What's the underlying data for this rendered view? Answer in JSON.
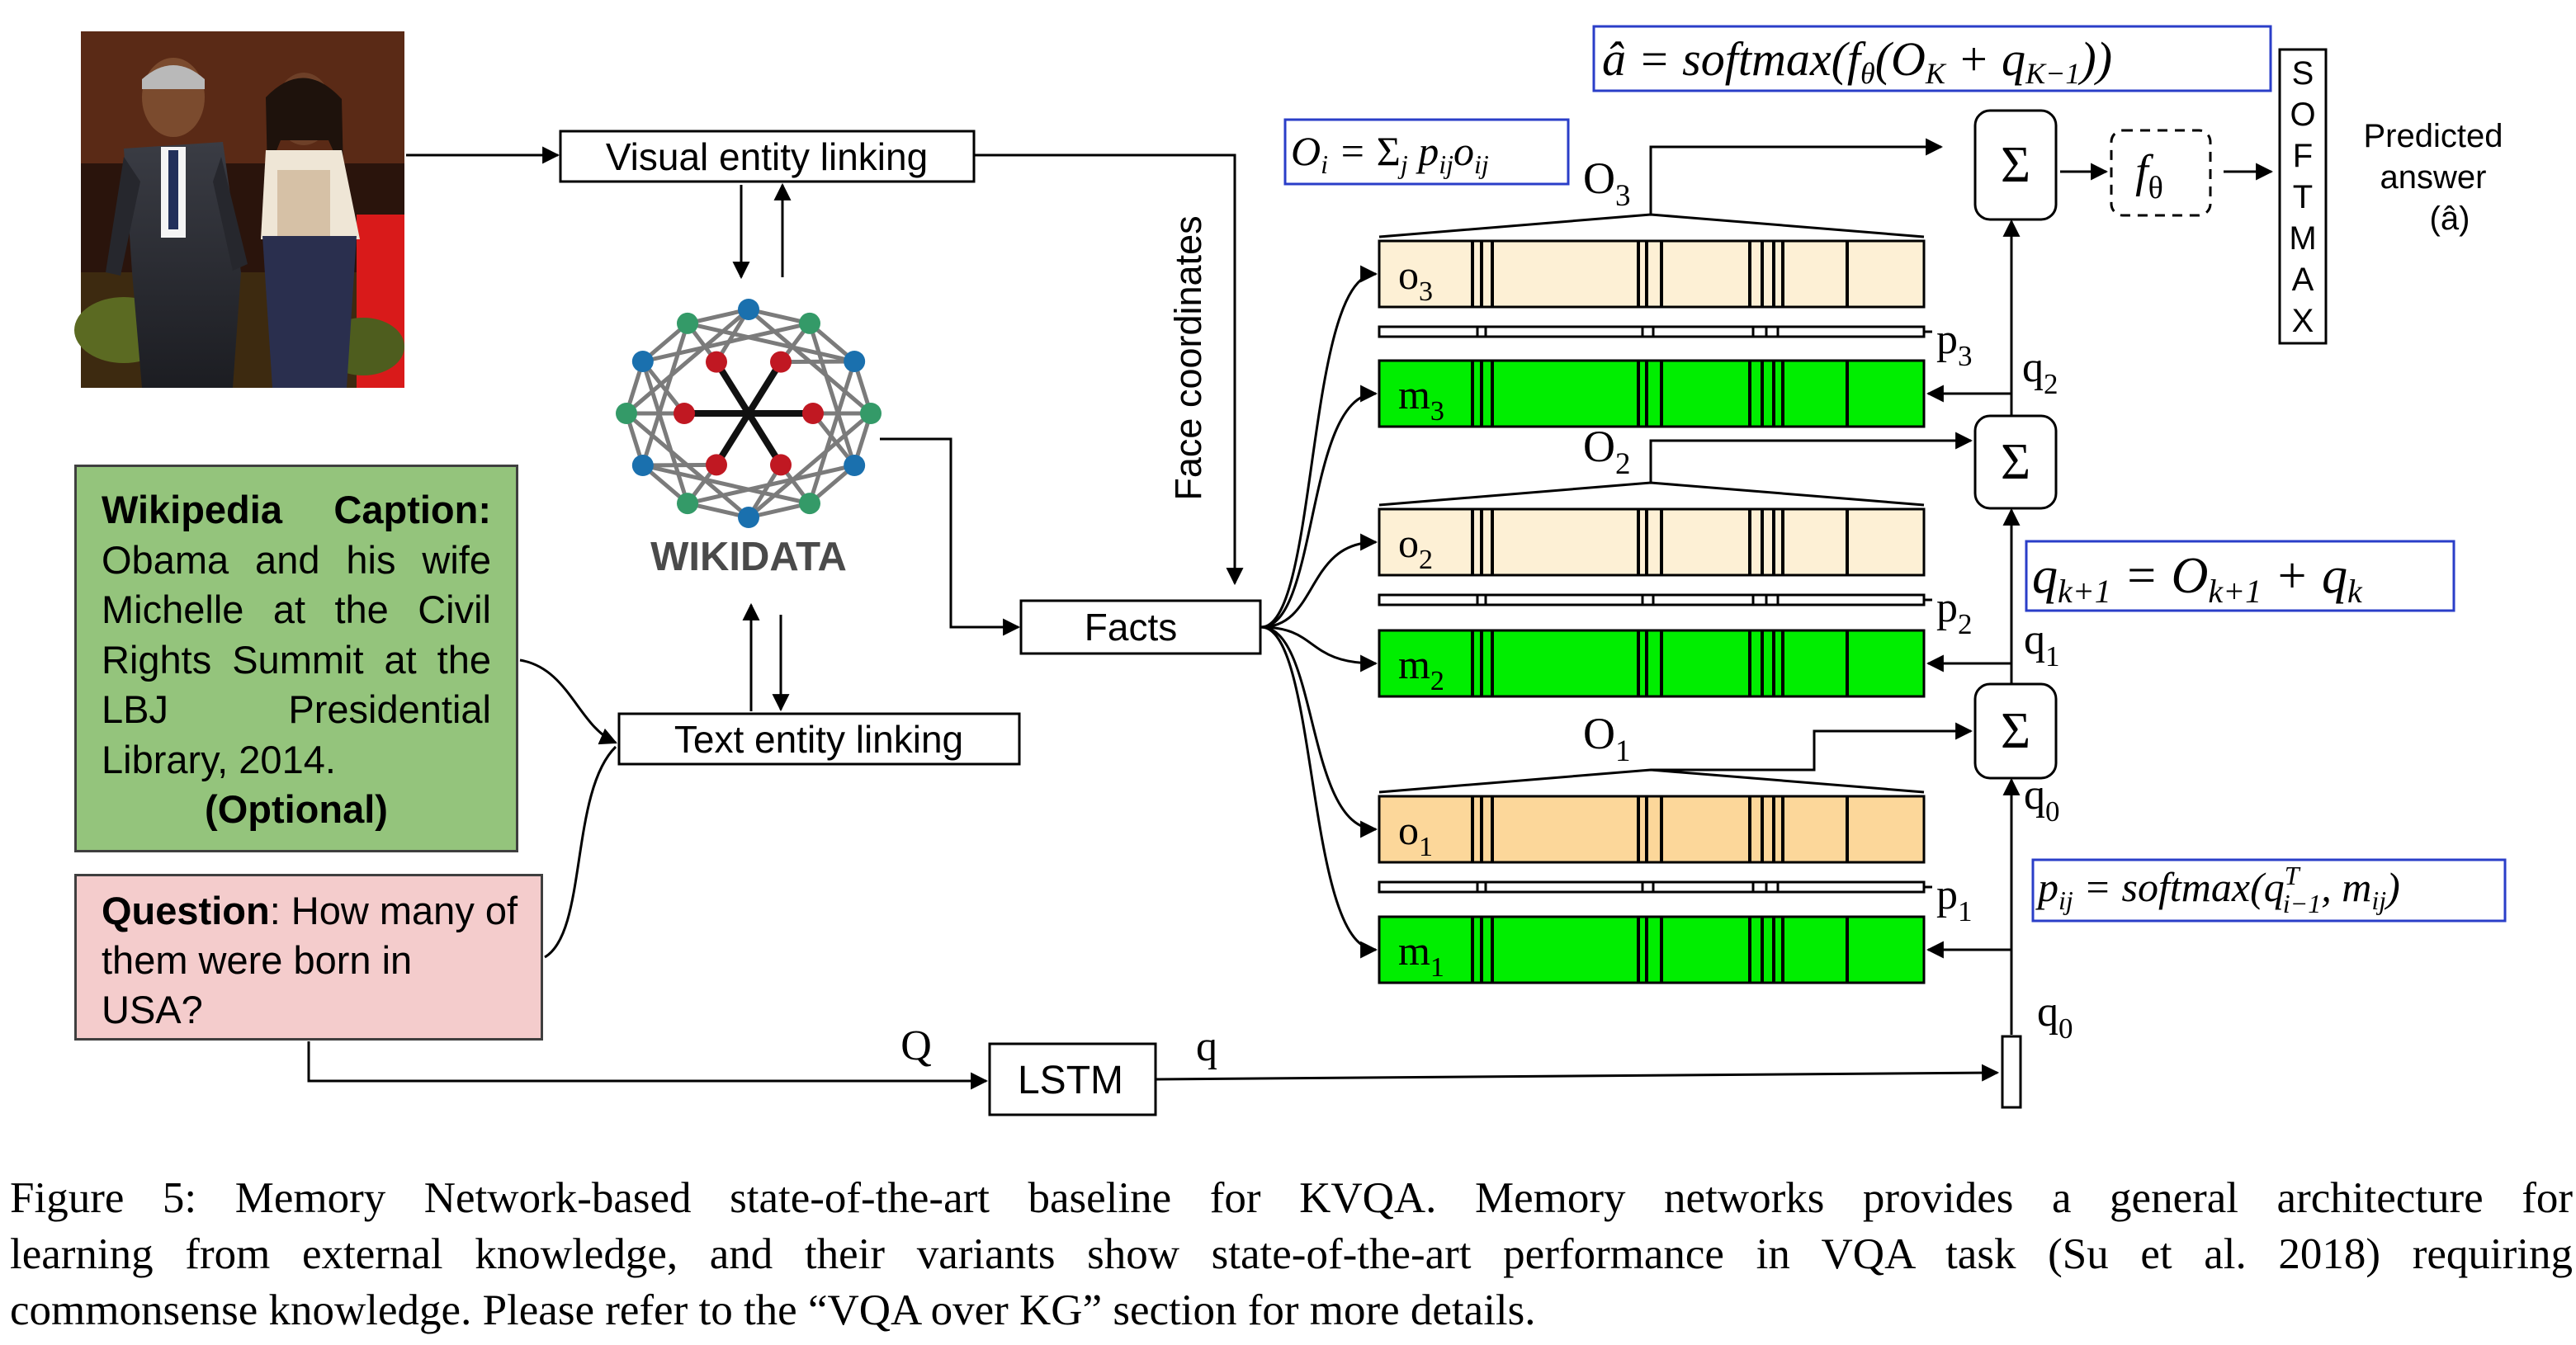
{
  "colors": {
    "wiki_caption_bg": "#94c47c",
    "question_bg": "#f4cccc",
    "memory_light": "#fdf0d5",
    "memory_key": "#00ee00",
    "memory_value_o1": "#fcd79a",
    "formula_border": "#2a3ec8",
    "wikidata_red": "#c01822",
    "wikidata_blue": "#1a70ae",
    "wikidata_green": "#349a68"
  },
  "photo": {
    "icon": "couple-photo-icon"
  },
  "visual_entity_linking": "Visual entity linking",
  "text_entity_linking": "Text entity linking",
  "wikidata": {
    "label": "WIKIDATA",
    "icon": "wikidata-logo-icon"
  },
  "face_coordinates": "Face coordinates",
  "facts": "Facts",
  "wiki_caption": {
    "heading": "Wikipedia Caption:",
    "body": "Obama and his wife Michelle at the Civil Rights Summit at the LBJ Presidential Library, 2014.",
    "optional": "(Optional)"
  },
  "question": {
    "heading": "Question",
    "body": ": How many of them were born in USA?"
  },
  "lstm": {
    "label": "LSTM",
    "input_label": "Q",
    "output_label": "q"
  },
  "memory": {
    "o": [
      {
        "base": "o",
        "sub": "3"
      },
      {
        "base": "o",
        "sub": "2"
      },
      {
        "base": "o",
        "sub": "1"
      }
    ],
    "m": [
      {
        "base": "m",
        "sub": "3"
      },
      {
        "base": "m",
        "sub": "2"
      },
      {
        "base": "m",
        "sub": "1"
      }
    ],
    "p": [
      {
        "base": "p",
        "sub": "3"
      },
      {
        "base": "p",
        "sub": "2"
      },
      {
        "base": "p",
        "sub": "1"
      }
    ],
    "O": [
      {
        "base": "O",
        "sub": "3"
      },
      {
        "base": "O",
        "sub": "2"
      },
      {
        "base": "O",
        "sub": "1"
      }
    ],
    "q": [
      {
        "base": "q",
        "sub": "2"
      },
      {
        "base": "q",
        "sub": "1"
      },
      {
        "base": "q",
        "sub": "0"
      },
      {
        "base": "q",
        "sub": "0"
      }
    ]
  },
  "sum_symbol": "Σ",
  "f_theta": {
    "base": "f",
    "sub": "θ"
  },
  "softmax_letters": [
    "S",
    "O",
    "F",
    "T",
    "M",
    "A",
    "X"
  ],
  "predicted_answer": [
    "Predicted",
    "answer",
    "(â)"
  ],
  "formulas": {
    "answer": "â = softmax(fθ(OK + qK−1))",
    "O_i": "Oi = Σj pij oij",
    "q_update": "qk+1 = Ok+1 + qk",
    "p_ij": "pij = softmax(qTi−1, mij)"
  },
  "caption": {
    "lines": [
      "Figure 5:  Memory Network-based state-of-the-art baseline for KVQA. Memory networks provides a general architecture for",
      "learning from external knowledge, and their variants show state-of-the-art performance in VQA task (Su et al. 2018) requiring",
      "commonsense knowledge. Please refer to the “VQA over KG” section for more details."
    ]
  }
}
